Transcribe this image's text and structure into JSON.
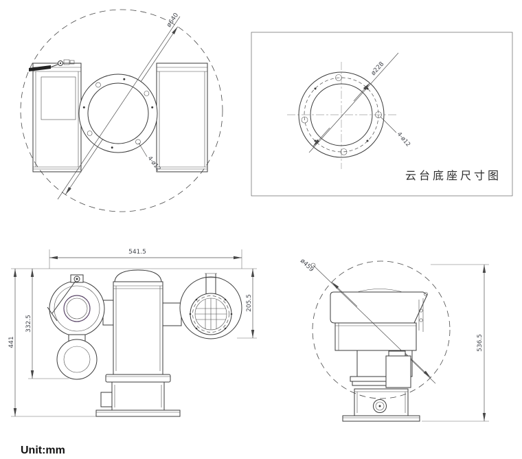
{
  "page": {
    "unit_label": "Unit:mm",
    "background": "#ffffff"
  },
  "colors": {
    "object_line": "#3a3a3a",
    "dimension_line": "#4f4f4f",
    "centerline": "#a0a0a0",
    "text": "#42454c"
  },
  "views": {
    "top_view": {
      "rotation_envelope_dia": "ø640",
      "mount_holes": "4-ø12"
    },
    "base_plate_view": {
      "bolt_circle_dia": "ø228",
      "mount_holes": "4-ø12",
      "caption": "云台底座尺寸图"
    },
    "front_view": {
      "width": "541.5",
      "overall_height": "441",
      "body_height": "332.5",
      "head_height": "205.5"
    },
    "side_view": {
      "tilt_envelope_dia": "ø459",
      "overall_height": "536.5"
    }
  }
}
